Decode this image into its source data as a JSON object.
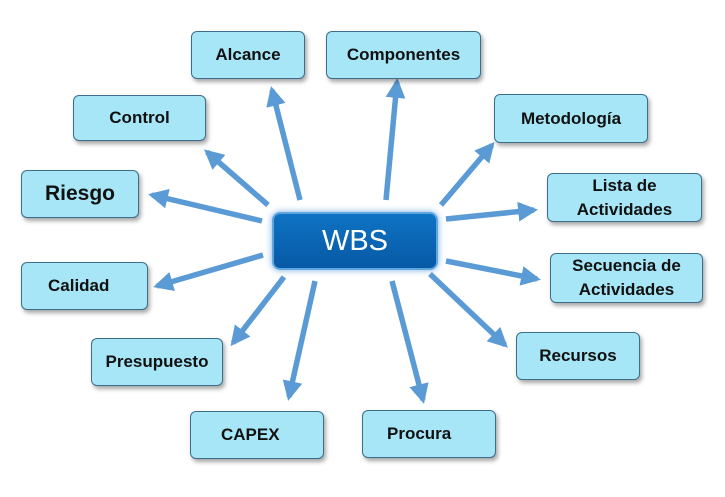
{
  "center": {
    "label": "WBS"
  },
  "nodes": [
    {
      "key": "alcance",
      "label": "Alcance"
    },
    {
      "key": "componentes",
      "label": "Componentes"
    },
    {
      "key": "control",
      "label": "Control"
    },
    {
      "key": "metodologia",
      "label": "Metodología"
    },
    {
      "key": "riesgo",
      "label": "Riesgo"
    },
    {
      "key": "lista-actividades",
      "label": "Lista de\nActividades"
    },
    {
      "key": "calidad",
      "label": "Calidad"
    },
    {
      "key": "secuencia-actividades",
      "label": "Secuencia de\nActividades"
    },
    {
      "key": "presupuesto",
      "label": "Presupuesto"
    },
    {
      "key": "recursos",
      "label": "Recursos"
    },
    {
      "key": "capex",
      "label": "CAPEX"
    },
    {
      "key": "procura",
      "label": "Procura"
    }
  ],
  "colors": {
    "node_fill": "#a6e6f7",
    "node_border": "#3c6e8c",
    "center_fill": "#0b67b8",
    "arrow": "#5b9bd5"
  }
}
